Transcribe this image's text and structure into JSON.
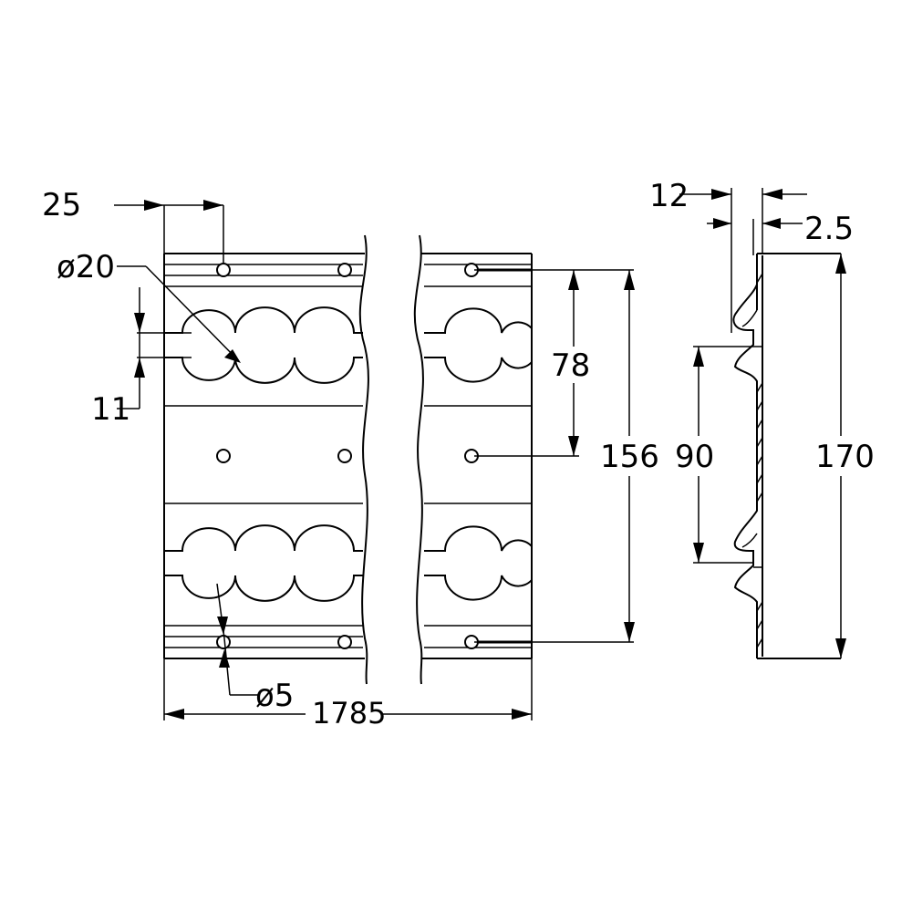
{
  "diagram": {
    "front_view": {
      "dim_offset": "25",
      "dim_hole_large": "ø20",
      "dim_small_gap": "11",
      "dim_hole_small": "ø5",
      "dim_length": "1785",
      "dim_half_height": "78",
      "dim_hole_span": "156"
    },
    "side_view": {
      "dim_thickness": "12",
      "dim_lip": "2.5",
      "dim_slot_span": "90",
      "dim_height": "170"
    }
  }
}
